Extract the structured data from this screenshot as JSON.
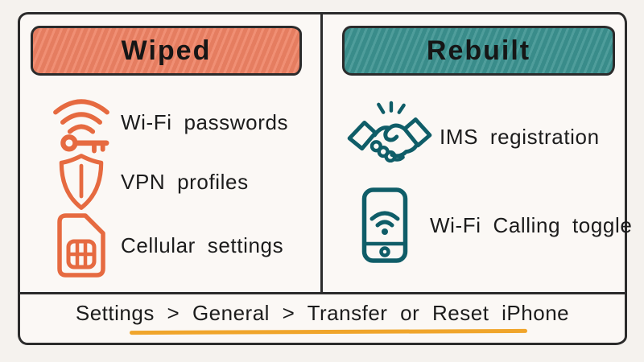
{
  "theme": {
    "colors": {
      "page-bg": "#f5f2ee",
      "card-bg": "#fbf8f5",
      "ink": "#2b2b2b",
      "text": "#1c1c1c",
      "wiped-fill": "#ee8264",
      "rebuilt-fill": "#3b9290",
      "orange-icon": "#e66a40",
      "teal-icon": "#0f5d68",
      "underline": "#f0a52b"
    }
  },
  "columns": [
    {
      "id": "wiped",
      "header": {
        "label": "Wiped"
      },
      "items": [
        {
          "icon": "wifi-key-icon",
          "label": "Wi-Fi passwords"
        },
        {
          "icon": "shield-icon",
          "label": "VPN profiles"
        },
        {
          "icon": "sim-card-icon",
          "label": "Cellular settings"
        }
      ]
    },
    {
      "id": "rebuilt",
      "header": {
        "label": "Rebuilt"
      },
      "items": [
        {
          "icon": "handshake-icon",
          "label": "IMS registration"
        },
        {
          "icon": "phone-wifi-icon",
          "label": "Wi-Fi Calling toggle"
        }
      ]
    }
  ],
  "footer": {
    "path": "Settings > General > Transfer or Reset iPhone"
  }
}
